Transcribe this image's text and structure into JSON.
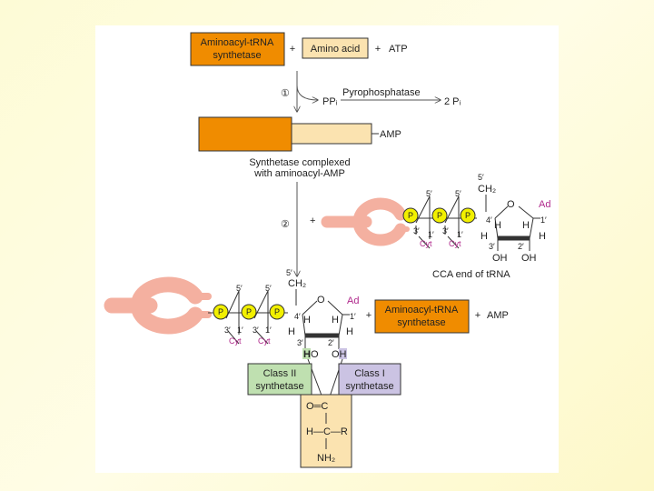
{
  "top_row": {
    "synthetase_label_1": "Aminoacyl-tRNA",
    "synthetase_label_2": "synthetase",
    "plus_1": "+",
    "amino_acid": "Amino acid",
    "plus_2": "+",
    "atp": "ATP"
  },
  "step1": {
    "number": "①",
    "ppi": "PPᵢ",
    "enzyme": "Pyrophosphatase",
    "product": "2 Pᵢ",
    "amp": "AMP",
    "complex_line1": "Synthetase complexed",
    "complex_line2": "with aminoacyl-AMP"
  },
  "step2": {
    "number": "②",
    "plus": "+",
    "phosphate": "P",
    "cyt": "Cyt",
    "five_prime": "5′",
    "three_prime": "3′",
    "one_prime": "1′",
    "two_prime": "2′",
    "four_prime": "4′",
    "ch2": "CH₂",
    "o": "O",
    "ad": "Ad",
    "h": "H",
    "oh": "OH",
    "cca_caption": "CCA end of tRNA"
  },
  "product_row": {
    "five_prime": "5′",
    "ch2": "CH₂",
    "o": "O",
    "ad": "Ad",
    "ho": "HO",
    "h_bold": "H",
    "o_of_ho": "O",
    "oh": "OH",
    "plus_1": "+",
    "synthetase_label_1": "Aminoacyl-tRNA",
    "synthetase_label_2": "synthetase",
    "plus_2": "+",
    "amp": "AMP"
  },
  "classes": {
    "class2_line1": "Class II",
    "class2_line2": "synthetase",
    "class1_line1": "Class I",
    "class1_line2": "synthetase"
  },
  "amino_acid_structure": {
    "o_eq_c": "O═C",
    "h_c_r": "H—C—R",
    "nh2": "NH₂"
  },
  "colors": {
    "orange": "#f08c00",
    "tan": "#fbe3b0",
    "trna": "#f4b0a0",
    "phosphate": "#f2f000",
    "class2": "#bfe0b0",
    "class1": "#cbc3e3",
    "magenta": "#b0298c"
  }
}
